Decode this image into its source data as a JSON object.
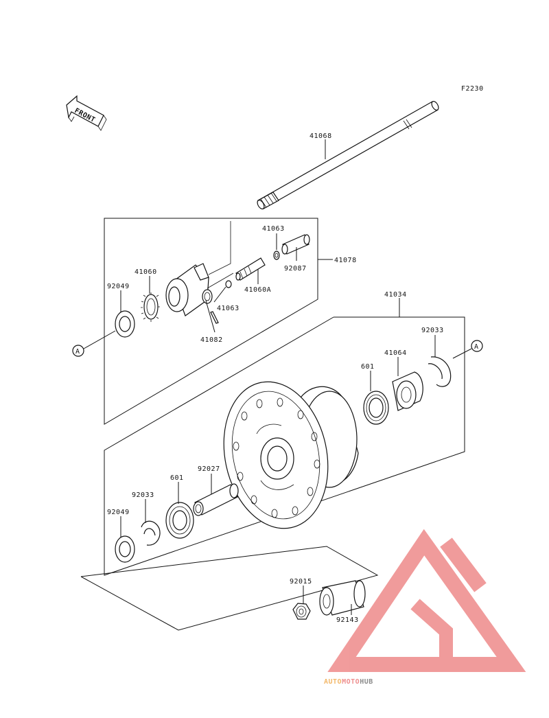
{
  "figure_code": "F2230",
  "front_label": "FRONT",
  "ref_marker": "A",
  "parts": {
    "p41068": "41068",
    "p41063_top": "41063",
    "p41078": "41078",
    "p41060": "41060",
    "p92049_top": "92049",
    "p92087": "92087",
    "p41060A": "41060A",
    "p41063_mid": "41063",
    "p41082": "41082",
    "p41034": "41034",
    "p92033_right": "92033",
    "p41064": "41064",
    "p601_right": "601",
    "p92027": "92027",
    "p601_left": "601",
    "p92033_left": "92033",
    "p92049_bottom": "92049",
    "p92015": "92015",
    "p92143": "92143"
  },
  "watermark": {
    "part1": "AUTO",
    "part2": "MOTO",
    "part3": "HUB",
    "color_auto": "#f3b86a",
    "color_moto": "#ee8f8f",
    "color_hub": "#8c8c8c"
  }
}
